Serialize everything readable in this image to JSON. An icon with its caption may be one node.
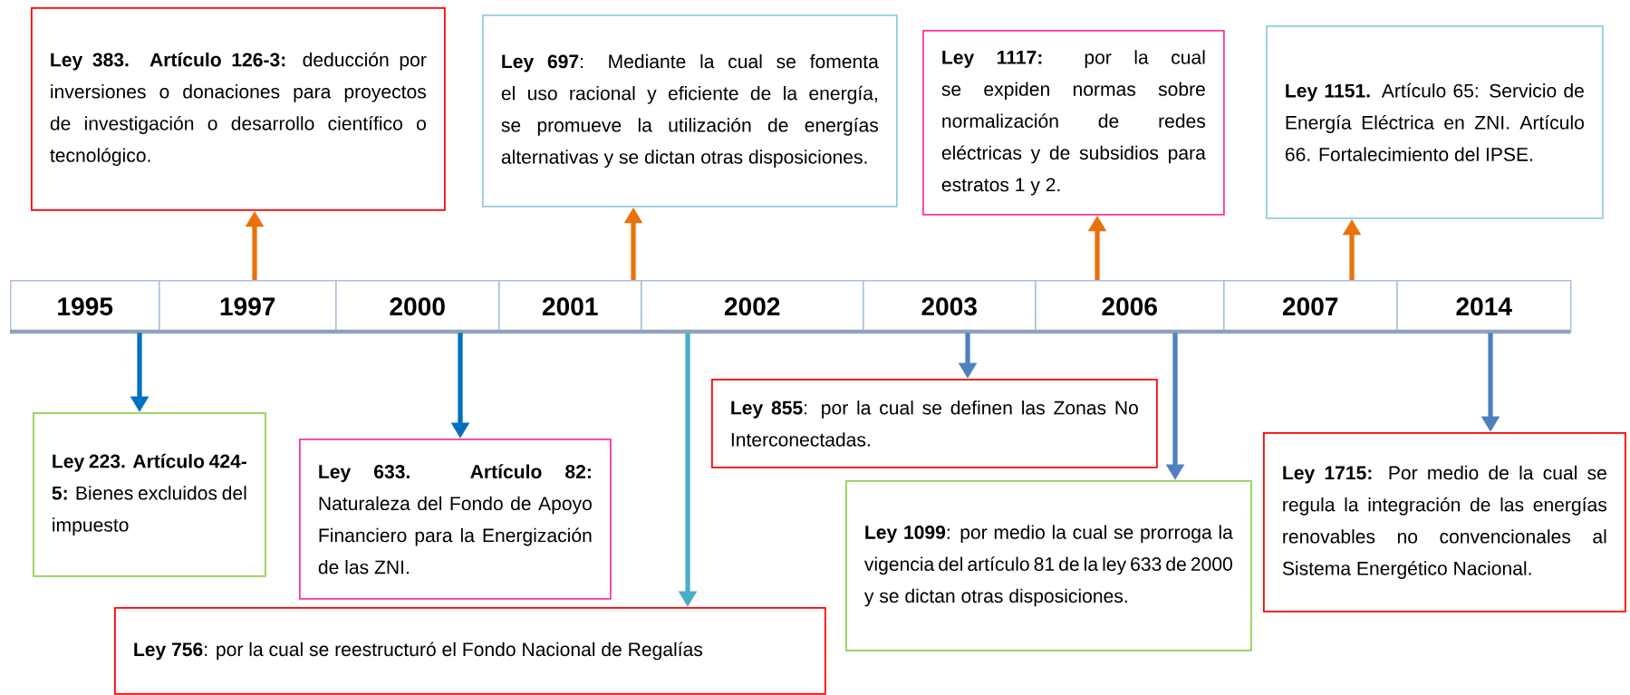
{
  "diagram": {
    "nodes": [
      {
        "text": [
          "**Ley 383. Artículo 126-3:** deducción por inversiones o donaciones para proyectos de investigación o desarrollo científico o tecnológico."
        ]
      },
      {
        "text": [
          "**Ley 697**: Mediante la cual se fomenta el uso racional y eficiente de la energía, se promueve la utilización de energías alternativas y se dictan otras disposiciones."
        ]
      },
      {
        "text": [
          "**Ley 1117:** por la cual se expiden normas sobre normalización de redes eléctricas y de subsidios para estratos 1 y 2."
        ]
      },
      {
        "text": [
          "**Ley 1151.** Artículo 65: Servicio de Energía Eléctrica en ZNI. Artículo 66. Fortalecimiento del IPSE."
        ]
      },
      {
        "text": [
          "1995"
        ]
      },
      {
        "text": [
          "1997"
        ]
      },
      {
        "text": [
          "2000"
        ]
      },
      {
        "text": [
          "2001"
        ]
      },
      {
        "text": [
          "2002"
        ]
      },
      {
        "text": [
          "2003"
        ]
      },
      {
        "text": [
          "2006"
        ]
      },
      {
        "text": [
          "2007"
        ]
      },
      {
        "text": [
          "2014"
        ]
      },
      {
        "text": [
          "**Ley 223. Artículo 424-5:** Bienes excluidos del impuesto"
        ]
      },
      {
        "text": [
          "**Ley 633. Artículo 82:** Naturaleza del Fondo de Apoyo Financiero para la Energización de las ZNI."
        ]
      },
      {
        "text": [
          "**Ley 756**: por la cual se reestructuró el Fondo Nacional de Regalías"
        ]
      },
      {
        "text": [
          "**Ley 855**: por la cual se definen las Zonas No Interconectadas."
        ]
      },
      {
        "text": [
          "**Ley 1099**: por medio la cual se prorroga la vigencia del artículo 81 de la ley 633 de 2000 y se dictan otras disposiciones."
        ]
      },
      {
        "text": [
          "**Ley 1715:** Por medio de la cual se regula la integración de las energías renovables no convencionales al Sistema Energético Nacional."
        ]
      }
    ],
    "edges": [
      {
        "from": 5,
        "to": 0,
        "arrow": "to"
      },
      {
        "from": 7,
        "to": 1,
        "arrow": "to"
      },
      {
        "from": 10,
        "to": 2,
        "arrow": "to"
      },
      {
        "from": 11,
        "to": 3,
        "arrow": "to"
      },
      {
        "from": 4,
        "to": 13,
        "arrow": "to",
        "color": "#0070c0"
      },
      {
        "from": 6,
        "to": 14,
        "arrow": "to",
        "color": "#0070c0"
      },
      {
        "from": 8,
        "to": 15,
        "arrow": "to",
        "color": "#4bacc6"
      },
      {
        "from": 9,
        "to": 16,
        "arrow": "to",
        "color": "#4f81bd"
      },
      {
        "from": 10,
        "to": 17,
        "arrow": "to",
        "color": "#4f81bd"
      },
      {
        "from": 12,
        "to": 18,
        "arrow": "to",
        "color": "#4f81bd"
      }
    ]
  }
}
